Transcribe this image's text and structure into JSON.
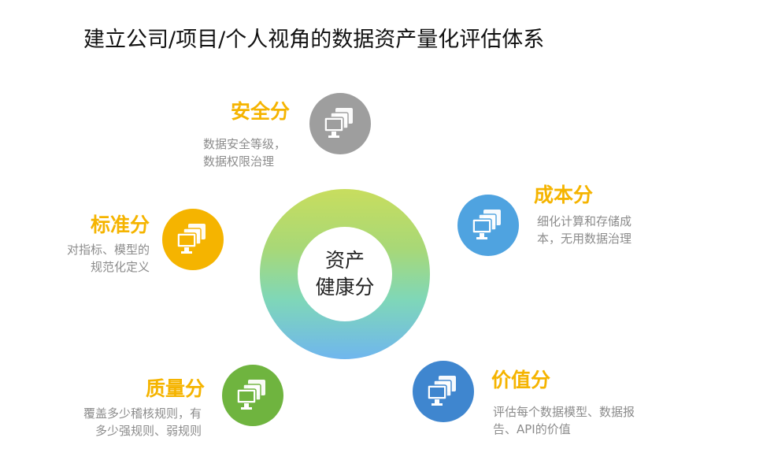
{
  "title": "建立公司/项目/个人视角的数据资产量化评估体系",
  "center": {
    "line1": "资产",
    "line2": "健康分"
  },
  "nodes": {
    "security": {
      "title": "安全分",
      "desc_line1": "数据安全等级，",
      "desc_line2": "数据权限治理",
      "title_color": "#f5b400",
      "circle_color": "#9e9e9e",
      "icon": "monitor-windows-icon"
    },
    "cost": {
      "title": "成本分",
      "desc_line1": "细化计算和存储成",
      "desc_line2": "本，无用数据治理",
      "title_color": "#f5b400",
      "circle_color": "#4fa3e0",
      "icon": "monitor-windows-icon"
    },
    "standard": {
      "title": "标准分",
      "desc_line1": "对指标、模型的",
      "desc_line2": "规范化定义",
      "title_color": "#f5b400",
      "circle_color": "#f5b400",
      "icon": "monitor-windows-icon"
    },
    "quality": {
      "title": "质量分",
      "desc_line1": "覆盖多少稽核规则，有",
      "desc_line2": "多少强规则、弱规则",
      "title_color": "#f5b400",
      "circle_color": "#6fb43f",
      "icon": "monitor-windows-icon"
    },
    "value": {
      "title": "价值分",
      "desc_line1": "评估每个数据模型、数据报",
      "desc_line2": "告、API的价值",
      "title_color": "#f5b400",
      "circle_color": "#3f86cf",
      "icon": "monitor-windows-icon"
    }
  }
}
